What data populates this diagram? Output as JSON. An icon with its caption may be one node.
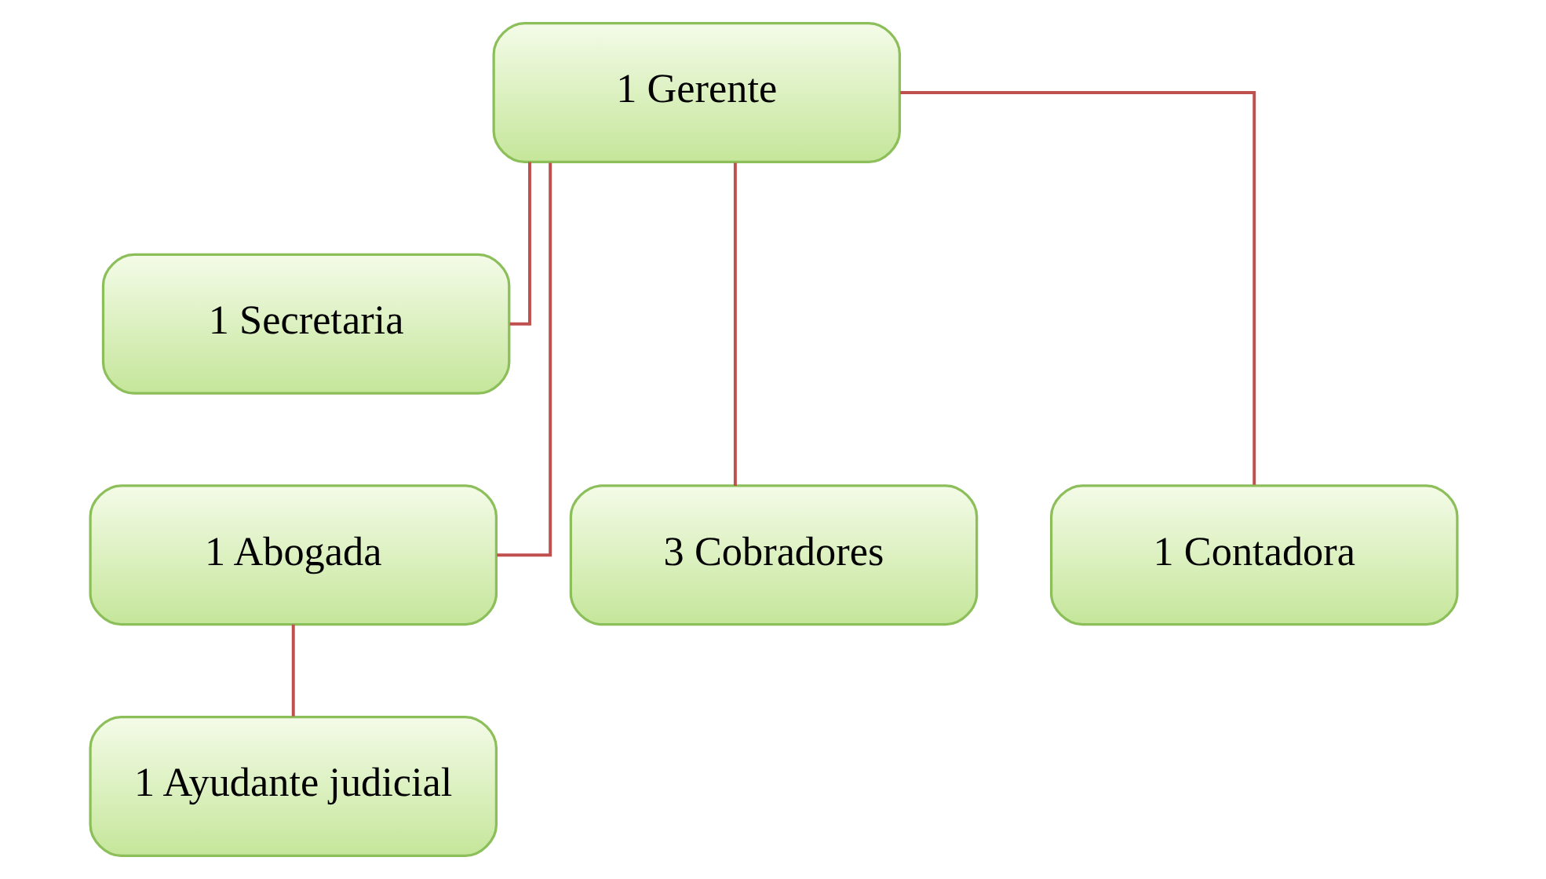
{
  "diagram": {
    "nodes": [
      {
        "text": [
          "1 Gerente"
        ]
      },
      {
        "text": [
          "1 Secretaria"
        ]
      },
      {
        "text": [
          "1 Abogada"
        ]
      },
      {
        "text": [
          "3 Cobradores"
        ]
      },
      {
        "text": [
          "1 Contadora"
        ]
      },
      {
        "text": [
          "1 Ayudante judicial"
        ]
      }
    ],
    "edges": [
      {
        "from": 0,
        "to": 1,
        "arrow": "none"
      },
      {
        "from": 0,
        "to": 2,
        "arrow": "none"
      },
      {
        "from": 0,
        "to": 3,
        "arrow": "none"
      },
      {
        "from": 0,
        "to": 4,
        "arrow": "none"
      },
      {
        "from": 2,
        "to": 5,
        "arrow": "none"
      }
    ]
  }
}
